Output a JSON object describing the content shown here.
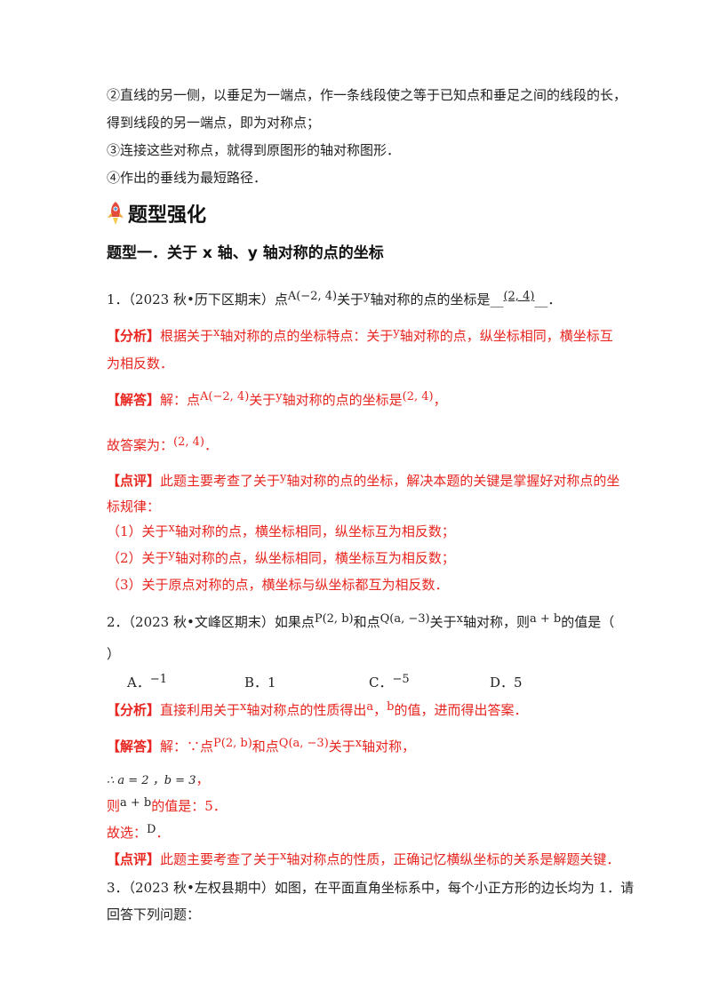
{
  "intro": {
    "step2_line1": "②直线的另一侧，以垂足为一端点，作一条线段使之等于已知点和垂足之间的线段的长，",
    "step2_line2": "得到线段的另一端点，即为对称点；",
    "step3": "③连接这些对称点，就得到原图形的轴对称图形．",
    "step4": "④作出的垂线为最短路径．"
  },
  "section": {
    "title": "题型强化",
    "icon": "rocket-icon",
    "subtitle": "题型一．关于 x 轴、y 轴对称的点的坐标"
  },
  "q1": {
    "prefix": "1．（2023 秋•历下区期末）点",
    "point": "A(−2, 4)",
    "mid1": "关于",
    "axis": "y",
    "mid2": "轴对称的点的坐标是",
    "blank_pre": "__",
    "answer": "(2, 4)",
    "blank_post": "__．",
    "analysis_tag": "【分析】",
    "analysis_a": "根据关于",
    "analysis_x": "x",
    "analysis_b": "轴对称的点的坐标特点：关于",
    "analysis_y": "y",
    "analysis_c": "轴对称的点，纵坐标相同，横坐标互",
    "analysis_d": "为相反数．",
    "solution_tag": "【解答】",
    "solution_a": "解：点",
    "solution_point": "A(−2, 4)",
    "solution_b": "关于",
    "solution_y": "y",
    "solution_c": "轴对称的点的坐标是",
    "solution_ans": "(2, 4)",
    "solution_d": "，",
    "final_a": "故答案为：",
    "final_ans": "(2, 4)",
    "final_b": "．",
    "comment_tag": "【点评】",
    "comment_a": "此题主要考查了关于",
    "comment_y": "y",
    "comment_b": "轴对称的点的坐标，解决本题的关键是掌握好对称点的坐",
    "comment_c": "标规律：",
    "rule1_a": "（1）关于",
    "rule1_x": "x",
    "rule1_b": "轴对称的点，横坐标相同，纵坐标互为相反数；",
    "rule2_a": "（2）关于",
    "rule2_y": "y",
    "rule2_b": "轴对称的点，纵坐标相同，横坐标互为相反数；",
    "rule3": "（3）关于原点对称的点，横坐标与纵坐标都互为相反数．"
  },
  "q2": {
    "prefix": "2．（2023 秋•文峰区期末）如果点",
    "p": "P(2, b)",
    "mid1": "和点",
    "q": "Q(a, −3)",
    "mid2": "关于",
    "axis": "x",
    "mid3": "轴对称，则",
    "expr": "a + b",
    "mid4": "的值是（",
    "close": "）",
    "options": [
      {
        "label": "A．",
        "value": "−1"
      },
      {
        "label": "B．",
        "value": "1"
      },
      {
        "label": "C．",
        "value": "−5"
      },
      {
        "label": "D．",
        "value": "5"
      }
    ],
    "analysis_tag": "【分析】",
    "analysis_a": "直接利用关于",
    "analysis_x": "x",
    "analysis_b": "轴对称点的性质得出",
    "analysis_va": "a",
    "analysis_c": "，",
    "analysis_vb": "b",
    "analysis_d": "的值，进而得出答案．",
    "solution_tag": "【解答】",
    "solution_a": "解：∵点",
    "solution_p": "P(2, b)",
    "solution_b": "和点",
    "solution_q": "Q(a, −3)",
    "solution_c": "关于",
    "solution_x": "x",
    "solution_d": "轴对称，",
    "therefore": "∴ a = 2 ，",
    "b_val": "b = 3",
    "b_tail": "，",
    "then_a": "则",
    "then_expr": "a + b",
    "then_b": "的值是：5．",
    "choice_a": "故选：",
    "choice_letter": "D",
    "choice_b": "．",
    "comment_tag": "【点评】",
    "comment_a": "此题主要考查了关于",
    "comment_x": "x",
    "comment_b": "轴对称点的性质，正确记忆横纵坐标的关系是解题关键．"
  },
  "q3": {
    "line1": "3．（2023 秋•左权县期中）如图，在平面直角坐标系中，每个小正方形的边长均为 1．请",
    "line2": "回答下列问题："
  }
}
